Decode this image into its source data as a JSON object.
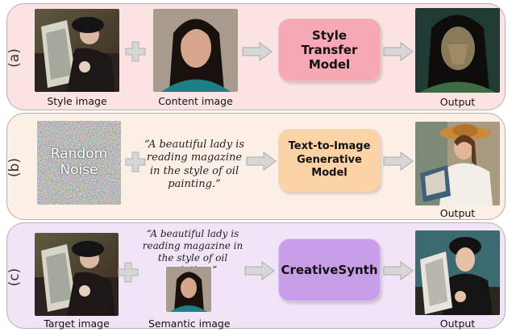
{
  "rows": [
    {
      "tag": "(a)",
      "captions": [
        "Style image",
        "Content image",
        "Output"
      ],
      "model": "Style Transfer Model",
      "model_color": "#f6a8b4"
    },
    {
      "tag": "(b)",
      "noise_text": "Random Noise",
      "prompt": "“A beautiful lady is reading magazine in the style of oil painting.”",
      "model": "Text-to-Image Generative Model",
      "model_color": "#fbd3a6",
      "captions": [
        "Output"
      ]
    },
    {
      "tag": "(c)",
      "prompt": "“A beautiful lady is reading magazine in the style of oil painting.”",
      "model": "CreativeSynth",
      "model_color": "#c89ee8",
      "captions": [
        "Target image",
        "Semantic image",
        "Output"
      ]
    }
  ]
}
